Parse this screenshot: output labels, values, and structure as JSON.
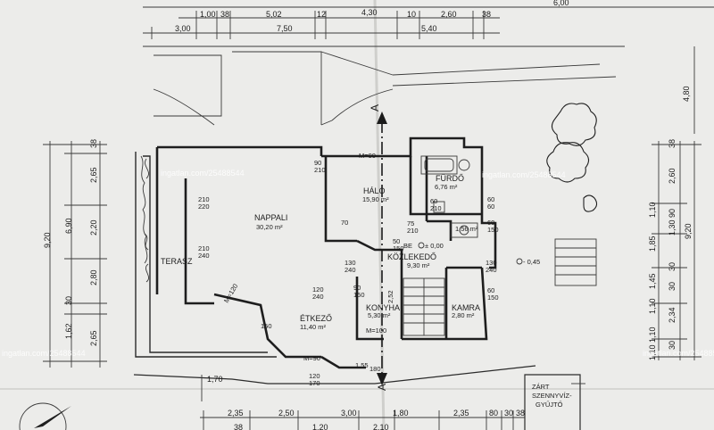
{
  "top_dimensions": {
    "row1": [
      "6,00",
      "1,00",
      "38",
      "5,02",
      "12",
      "4,30",
      "10",
      "2,60",
      "38"
    ],
    "row2": [
      "3,00",
      "7,50",
      "5,40"
    ]
  },
  "rooms": {
    "nappali": {
      "name": "NAPPALI",
      "area": "30,20 m²"
    },
    "halo": {
      "name": "HÁLÓ",
      "area": "15,90 m²"
    },
    "furdo": {
      "name": "FÜRDŐ",
      "area": "6,76 m²"
    },
    "wc": {
      "area": "1,56 m²"
    },
    "kozlekedo": {
      "name": "KÖZLEKEDŐ",
      "area": "9,30 m²"
    },
    "konyha": {
      "name": "KONYHA",
      "area": "5,30 m²"
    },
    "kamra": {
      "name": "KAMRA",
      "area": "2,80 m²"
    },
    "etkezo": {
      "name": "ÉTKEZŐ",
      "area": "11,40 m²"
    },
    "terasz": {
      "name": "TERASZ"
    }
  },
  "level_marks": {
    "be": "BE",
    "zero": "± 0,00",
    "minus": "- 0,45"
  },
  "section_mark": "A",
  "door_labels": {
    "d_210_220": [
      "210",
      "220"
    ],
    "d_210_240": [
      "210",
      "240"
    ],
    "d_90_210": [
      "90",
      "210"
    ],
    "d_75_210": [
      "75",
      "210"
    ],
    "d_60_210": [
      "60",
      "210"
    ],
    "d_130_240": [
      "130",
      "240"
    ],
    "d_120_240": [
      "120",
      "240"
    ],
    "d_50_150": [
      "50",
      "150"
    ],
    "d_90_150": [
      "90",
      "150"
    ],
    "d_60_60": [
      "60",
      "60"
    ],
    "d_60_150": [
      "60",
      "150"
    ],
    "m90": "M=90",
    "m120": "M=120",
    "m100": "M=100",
    "m_small": "2,52",
    "m_150": "150",
    "m_180": "180",
    "m_155": "1,55",
    "m_120_170": [
      "120",
      "170"
    ],
    "d_70": "70"
  },
  "left_dimensions": {
    "outer": "9,20",
    "inner": [
      "38",
      "2,65",
      "6,90",
      "2,20",
      "2,80",
      "30",
      "1,62",
      "2,65"
    ],
    "bottom_left": "1,70"
  },
  "right_dimensions": {
    "top": "4,80",
    "outer": "9,20",
    "inner": [
      "38",
      "2,60",
      "1,10",
      "90",
      "1,30",
      "1,85",
      "30",
      "1,45",
      "30",
      "1,10",
      "2,34",
      "1,10",
      "30",
      "1,10"
    ]
  },
  "bottom_dimensions": {
    "row1": [
      "2,35",
      "2,50",
      "3,00",
      "1,80",
      "2,35",
      "80",
      "30",
      "38"
    ],
    "row2": [
      "38",
      "1,20",
      "2,10"
    ]
  },
  "sewer_note": {
    "line1": "ZÁRT",
    "line2": "SZENNYVÍZ-",
    "line3": "GYŰJTŐ"
  },
  "watermarks": [
    "ingatlan.com/25488544",
    "ingatlan.com/25488544",
    "ingatlan.com/25488544",
    "ingatlan.com/25488544"
  ],
  "colors": {
    "paper": "#ececea",
    "ink": "#1e1e1e"
  }
}
